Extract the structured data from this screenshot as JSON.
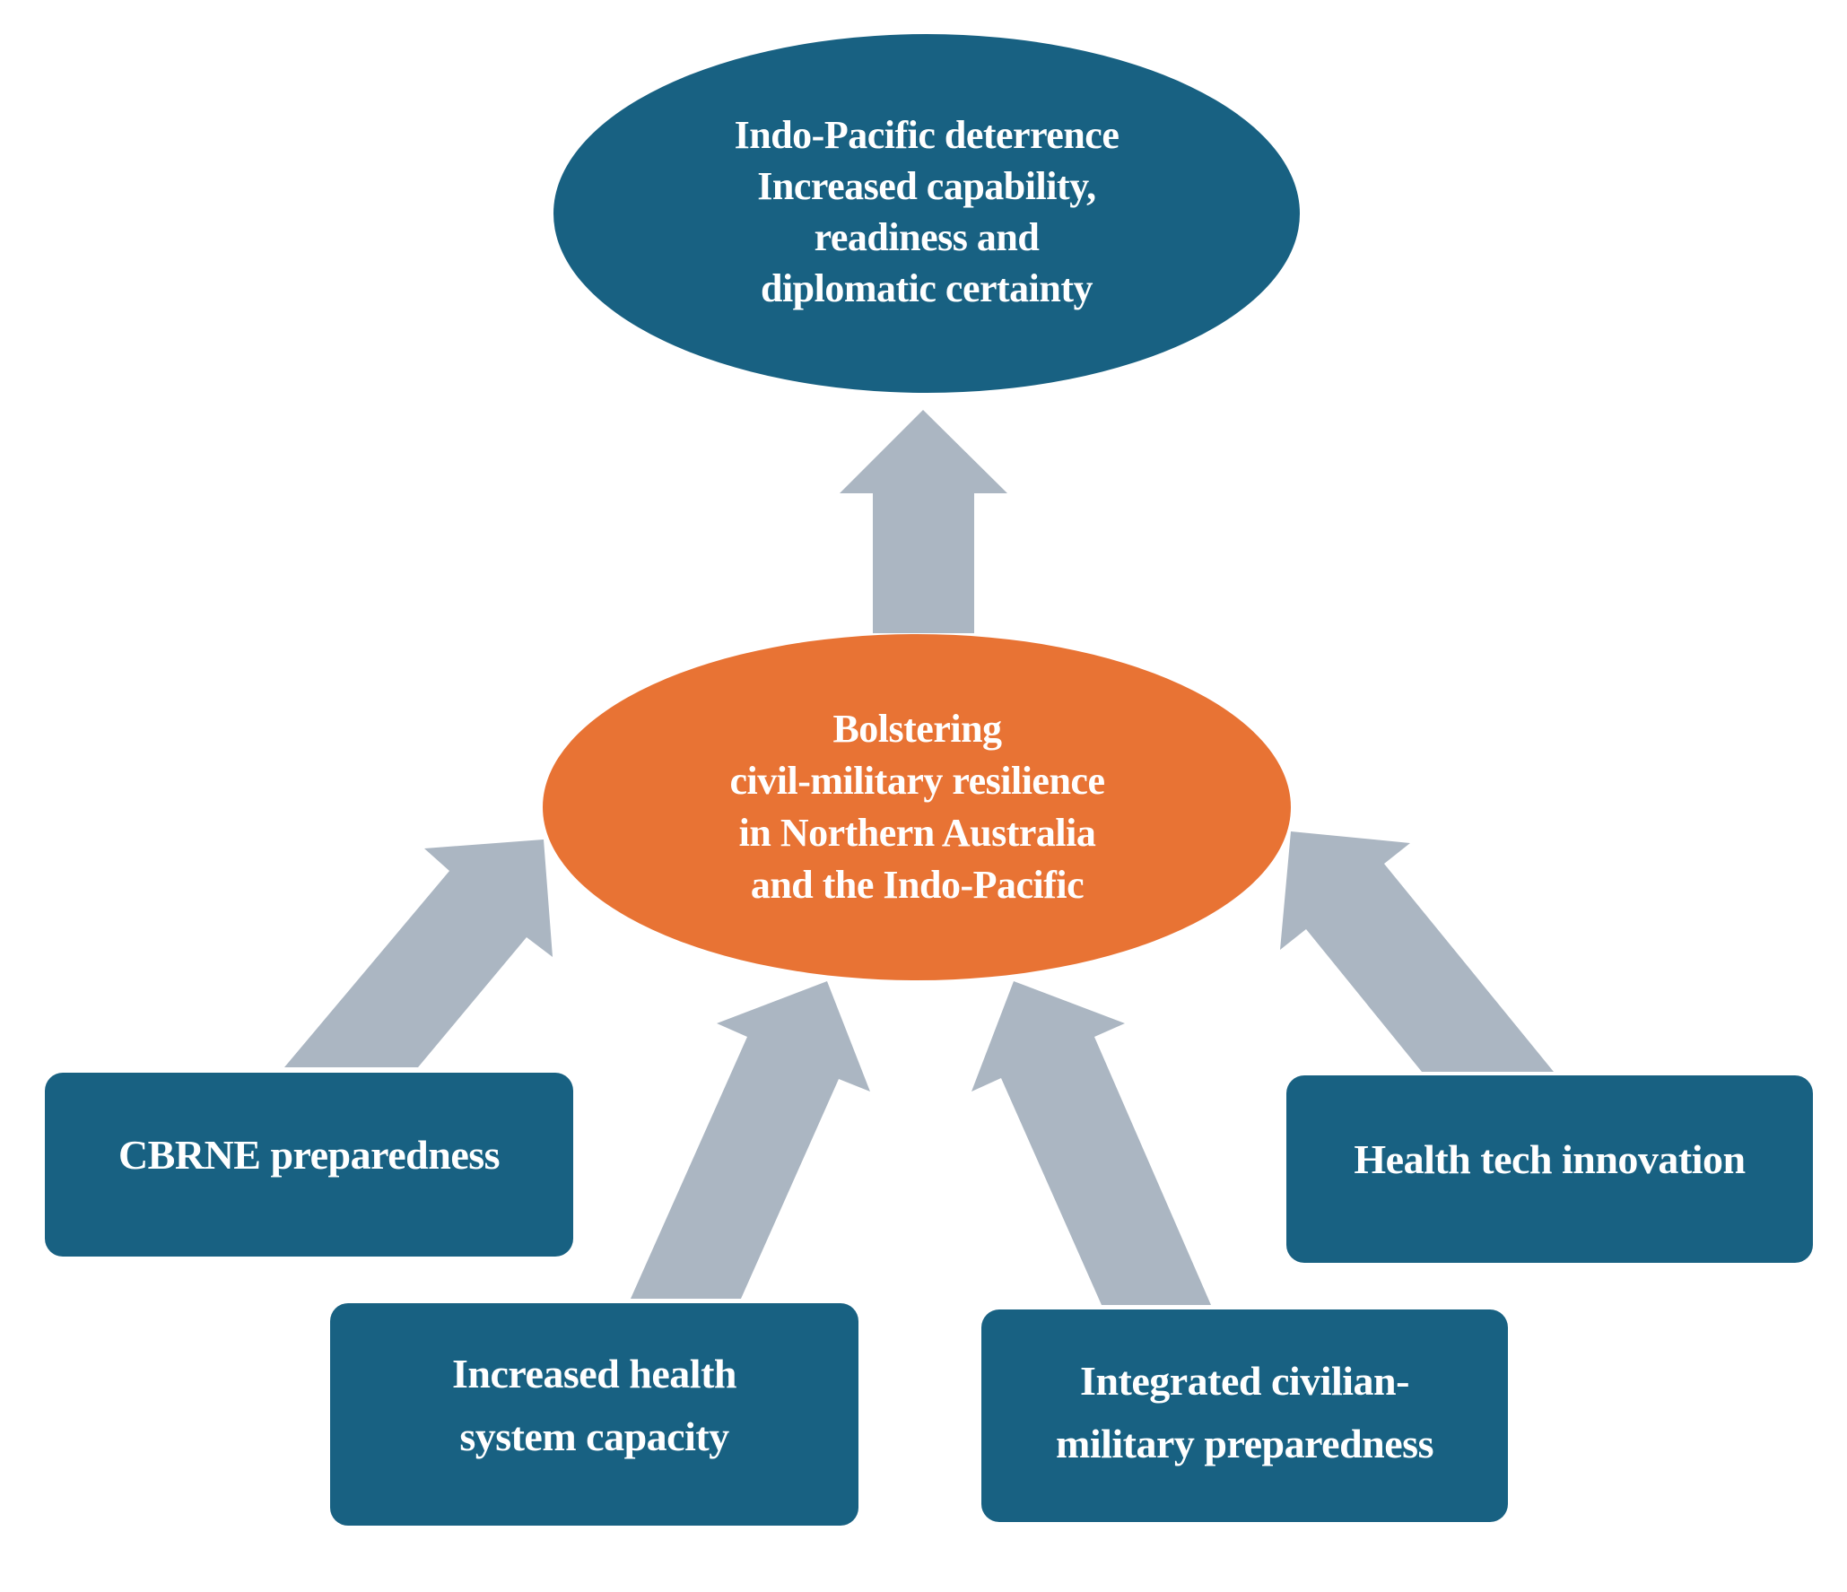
{
  "diagram": {
    "colors": {
      "goal_fill": "#186182",
      "center_fill": "#e87334",
      "box_fill": "#186182",
      "arrow_fill": "#abb6c2",
      "text": "#ffffff"
    },
    "goal": {
      "lines": [
        "Indo-Pacific deterrence",
        "Increased capability,",
        "readiness and",
        "diplomatic certainty"
      ]
    },
    "center": {
      "lines": [
        "Bolstering",
        "civil-military resilience",
        "in Northern Australia",
        "and the Indo-Pacific"
      ]
    },
    "inputs": [
      {
        "id": "cbrne",
        "lines": [
          "CBRNE preparedness"
        ]
      },
      {
        "id": "health-capacity",
        "lines": [
          "Increased health",
          "system capacity"
        ]
      },
      {
        "id": "civmil",
        "lines": [
          "Integrated civilian-",
          "military preparedness"
        ]
      },
      {
        "id": "healthtech",
        "lines": [
          "Health tech innovation"
        ]
      }
    ],
    "connections": [
      {
        "from": "center",
        "to": "goal"
      },
      {
        "from": "cbrne",
        "to": "center"
      },
      {
        "from": "health-capacity",
        "to": "center"
      },
      {
        "from": "civmil",
        "to": "center"
      },
      {
        "from": "healthtech",
        "to": "center"
      }
    ]
  }
}
